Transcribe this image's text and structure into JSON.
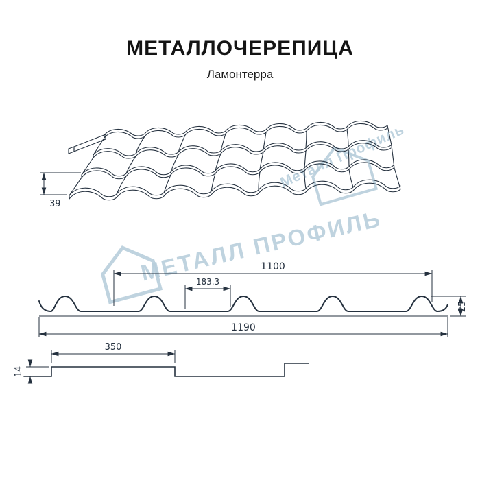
{
  "title": "МЕТАЛЛОЧЕРЕПИЦА",
  "subtitle": "Ламонтерра",
  "watermarks": {
    "small_text": "Металл Профиль",
    "large_text": "МЕТАЛЛ ПРОФИЛЬ",
    "logo_icon": "house-pentagon",
    "color": "#b9cfdc"
  },
  "dimensions": {
    "side_height": "39",
    "cover_width": "1100",
    "wave_step": "183.3",
    "profile_height": "25",
    "full_width": "1190",
    "module_length": "350",
    "step_height": "14"
  },
  "colors": {
    "line": "#25313f",
    "background": "#ffffff",
    "watermark": "#b9cfdc"
  }
}
